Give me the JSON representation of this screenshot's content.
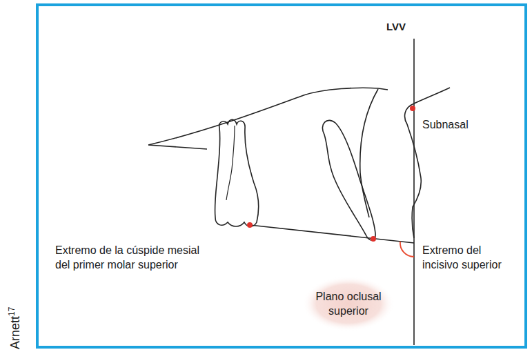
{
  "diagram": {
    "nodes": [
      {
        "text": [
          "Plano oclusal superior"
        ]
      }
    ],
    "labels": [
      "LVV",
      "Subnasal",
      "Extremo de la cúspide mesial del primer molar superior",
      "Extremo del incisivo superior",
      "Arnett",
      "17"
    ]
  }
}
